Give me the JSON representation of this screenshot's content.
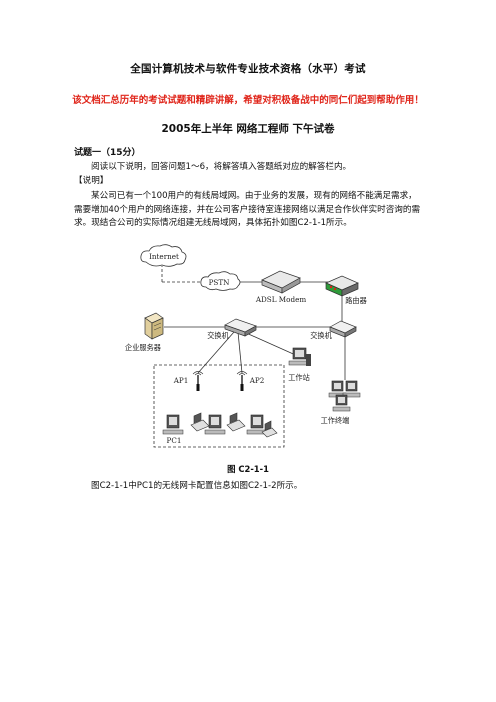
{
  "header": {
    "title": "全国计算机技术与软件专业技术资格（水平）考试",
    "notice": "该文档汇总历年的考试试题和精辟讲解，希望对积极备战中的同仁们起到帮助作用！",
    "exam_title": "2005年上半年  网络工程师  下午试卷"
  },
  "question": {
    "heading": "试题一（15分）",
    "intro": "阅读以下说明，回答问题1～6，将解答填入答题纸对应的解答栏内。",
    "desc_heading": "【说明】",
    "description": "某公司已有一个100用户的有线局域网。由于业务的发展，现有的网络不能满足需求，需要增加40个用户的网络连接，并在公司客户接待室连接网络以满足合作伙伴实时咨询的需求。现结合公司的实际情况组建无线局域网，具体拓扑如图C2-1-1所示。"
  },
  "figure": {
    "labels": {
      "internet": "Internet",
      "pstn": "PSTN",
      "adsl": "ADSL Modem",
      "router": "路由器",
      "server": "企业服务器",
      "switch1": "交换机",
      "switch2": "交换机",
      "ap1": "AP1",
      "ap2": "AP2",
      "workstation": "工作站",
      "terminals": "工作终端",
      "pc1": "PC1"
    },
    "caption": "图  C2-1-1"
  },
  "after_figure": {
    "text": "图C2-1-1中PC1的无线网卡配置信息如图C2-1-2所示。"
  },
  "colors": {
    "notice": "#e0261b",
    "router_accent": "#2e9b3a",
    "router_led": "#d8231c"
  }
}
